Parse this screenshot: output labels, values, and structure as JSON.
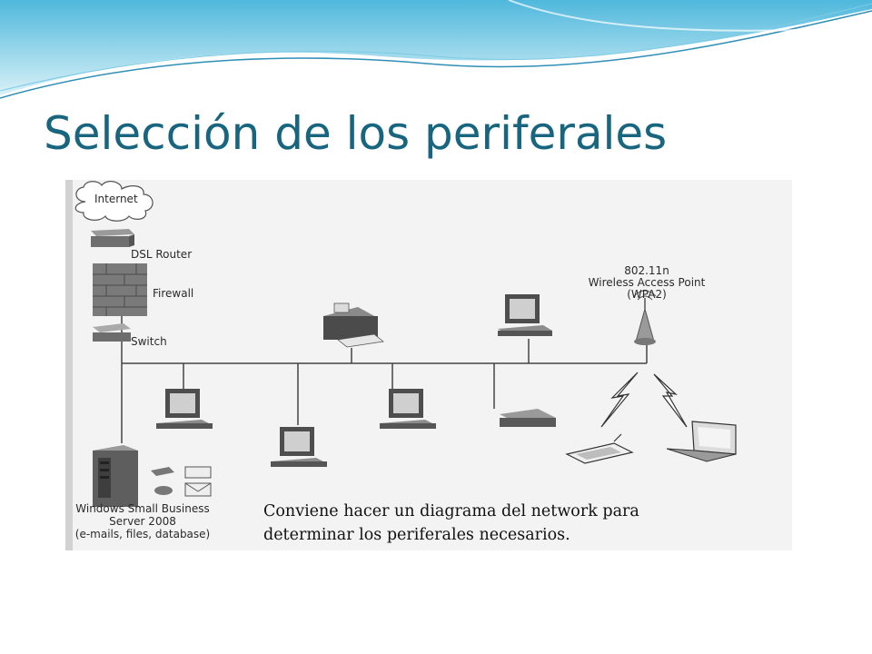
{
  "slide": {
    "title": "Selección de los periferales"
  },
  "diagram": {
    "labels": {
      "internet": "Internet",
      "router": "DSL Router",
      "firewall": "Firewall",
      "switch": "Switch",
      "ap_line1": "802.11n",
      "ap_line2": "Wireless Access Point",
      "ap_line3": "(WPA2)",
      "server_line1": "Windows Small Business",
      "server_line2": "Server 2008",
      "server_line3": "(e-mails, files, database)"
    }
  },
  "note": {
    "line1": "Conviene hacer un diagrama del network para",
    "line2": "determinar los periferales necesarios."
  },
  "colors": {
    "title": "#17657e",
    "accent_wave": "#3aa6c9"
  }
}
